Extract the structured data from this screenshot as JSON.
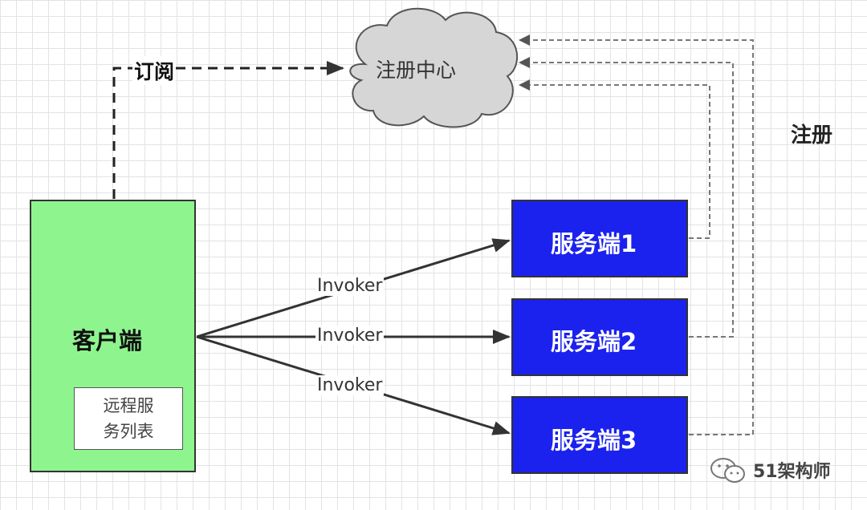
{
  "registry": {
    "label": "注册中心"
  },
  "subscribe": {
    "label": "订阅"
  },
  "register": {
    "label": "注册"
  },
  "client": {
    "label": "客户端",
    "list_label_line1": "远程服",
    "list_label_line2": "务列表"
  },
  "servers": [
    {
      "label": "服务端1"
    },
    {
      "label": "服务端2"
    },
    {
      "label": "服务端3"
    }
  ],
  "invokers": [
    "Invoker",
    "Invoker",
    "Invoker"
  ],
  "watermark": {
    "text": "51架构师",
    "icon": "wechat-icon"
  },
  "colors": {
    "client_fill": "#8ef58e",
    "server_fill": "#1b22ee",
    "cloud_fill": "#d6d6d6"
  }
}
